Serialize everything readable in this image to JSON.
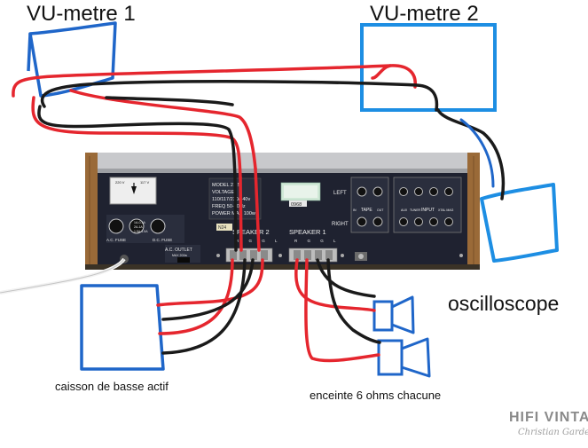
{
  "labels": {
    "vu_meter_1": "VU-metre 1",
    "vu_meter_2": "VU-metre 2",
    "oscilloscope": "oscilloscope",
    "subwoofer": "caisson de basse actif",
    "speakers": "enceinte 6 ohms chacune",
    "watermark": "HIFI VINTAGE",
    "watermark_signature": "Christian Gardes"
  },
  "panel": {
    "model_lines": [
      "MODEL 22 S",
      "VOLTAGE",
      "110/117/220/240v",
      "FREQ 50-60Hz",
      "POWER MAX 100w"
    ],
    "serial": "0968",
    "small_tag": "N24",
    "left": "LEFT",
    "right": "RIGHT",
    "tape": "TAPE",
    "tape_in": "IN",
    "tape_out": "OUT",
    "input": "INPUT",
    "aux": "AUX",
    "tuner": "TUNER",
    "xtal_mag": "XTAL MAG",
    "speaker_2": "SPEAKER 2",
    "speaker_1": "SPEAKER 1",
    "speaker_2_pols": "R G G L",
    "speaker_1_pols": "R G G L",
    "ac_outlet": "A.C. OUTLET",
    "ac_outlet_max": "MAX 200w",
    "ac_fuse": "A.C. FUSE",
    "dc_fuse": "D.C. FUSE",
    "fuse_values": [
      "1A-0-1A",
      "2A-1A",
      "1.5A-1.5A"
    ],
    "selector_values": [
      "220 V",
      "117 V"
    ]
  },
  "colors": {
    "wire_red": "#e5262e",
    "wire_black": "#1a1a1a",
    "wire_blue": "#1f66c9",
    "box_light_blue": "#1d8ee3",
    "chassis": "#1f2230",
    "wood": "#9a6a38",
    "aluminium": "#c8c9cc"
  }
}
